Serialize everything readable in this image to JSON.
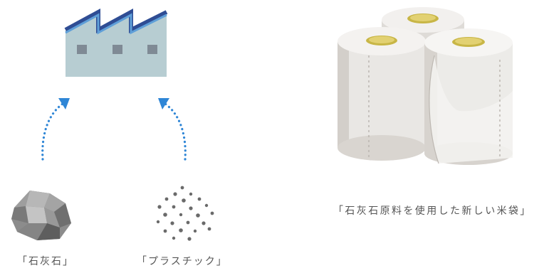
{
  "labels": {
    "limestone": "「石灰石」",
    "plastic": "「プラスチック」",
    "product": "「石灰石原料を使用した新しい米袋」"
  },
  "colors": {
    "factory_body": "#b7cdd2",
    "factory_roof_dark": "#2f4d94",
    "factory_roof_light": "#5f9fd8",
    "factory_window": "#7f8a95",
    "arrow": "#2f86d6",
    "roll": "#e9e7e4",
    "roll_shade": "#cfcbc6",
    "roll_core": "#c8b646",
    "rock": "#8e8e8e",
    "dots": "#6a6a6a"
  },
  "icons": {
    "factory": "factory-icon",
    "arrow_left": "dotted-arrow-icon",
    "arrow_right": "dotted-arrow-icon",
    "rock": "limestone-rock-icon",
    "pellets": "plastic-pellets-icon",
    "rolls": "paper-rolls-icon"
  }
}
